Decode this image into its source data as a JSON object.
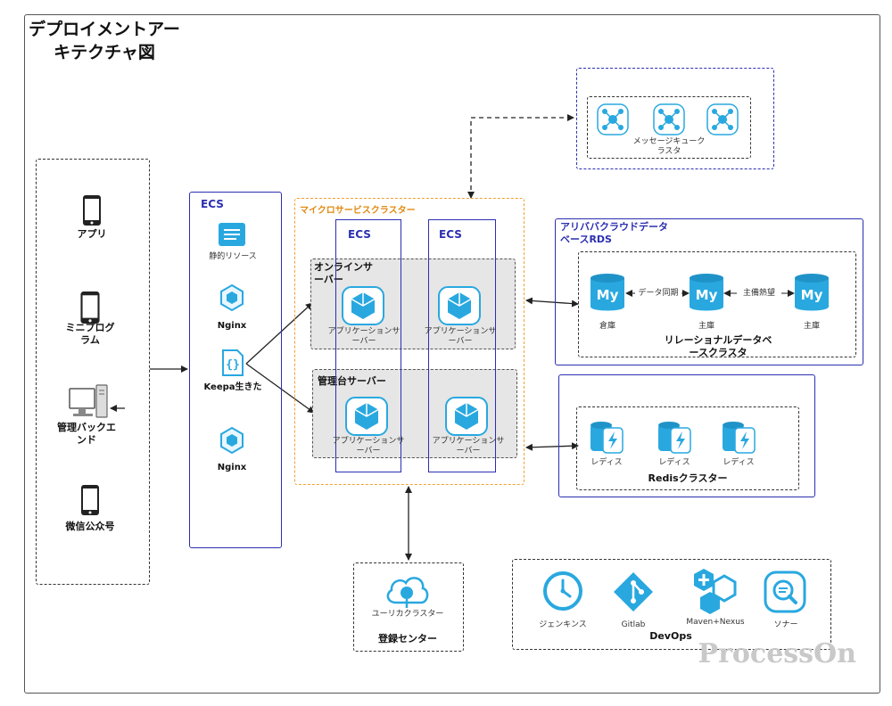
{
  "title": "デプロイメントアーキテクチャ図",
  "clients": {
    "items": [
      {
        "label": "アプリ",
        "icon": "smartphone-icon"
      },
      {
        "label": "ミニプログラム",
        "icon": "smartphone-icon"
      },
      {
        "label": "管理バックエンド",
        "icon": "desktop-computer-icon"
      },
      {
        "label": "微信公众号",
        "icon": "smartphone-icon"
      }
    ]
  },
  "ecs_left": {
    "title": "ECS",
    "items": [
      {
        "label": "静的リソース",
        "icon": "document-icon"
      },
      {
        "label": "Nginx",
        "icon": "cube-icon"
      },
      {
        "label": "Keepa生きた",
        "icon": "braces-icon"
      },
      {
        "label": "Nginx",
        "icon": "cube-icon"
      }
    ]
  },
  "microservice": {
    "title": "マイクロサービスクラスター",
    "ecs1": "ECS",
    "ecs2": "ECS",
    "online": {
      "title": "オンラインサーバー",
      "app1": "アプリケーションサーバー",
      "app2": "アプリケーションサーバー"
    },
    "admin": {
      "title": "管理台サーバー",
      "app1": "アプリケーションサーバー",
      "app2": "アプリケーションサーバー"
    }
  },
  "mq": {
    "label": "メッセージキュークラスタ"
  },
  "rds": {
    "title": "アリババクラウドデータベースRDS",
    "nodes": [
      "倉庫",
      "主庫",
      "主庫"
    ],
    "sync_label": "データ同期",
    "hotstandby_label": "主備熱望",
    "cluster_label": "リレーショナルデータベースクラスタ",
    "logo_text": "My"
  },
  "redis": {
    "nodes": [
      "レディス",
      "レディス",
      "レディス"
    ],
    "cluster_label": "Redisクラスター"
  },
  "registry": {
    "item": "ユーリカクラスター",
    "label": "登録センター"
  },
  "devops": {
    "items": [
      {
        "label": "ジェンキンス",
        "icon": "jenkins-icon"
      },
      {
        "label": "Gitlab",
        "icon": "gitlab-icon"
      },
      {
        "label": "Maven+Nexus",
        "icon": "maven-nexus-icon"
      },
      {
        "label": "ソナー",
        "icon": "sonar-icon"
      }
    ],
    "label": "DevOps"
  },
  "watermark": "ProcessOn",
  "colors": {
    "blue": "#2b2fb0",
    "orange": "#f0a030",
    "cyan": "#29a8e0",
    "gray_fill": "#e6e6e6"
  }
}
